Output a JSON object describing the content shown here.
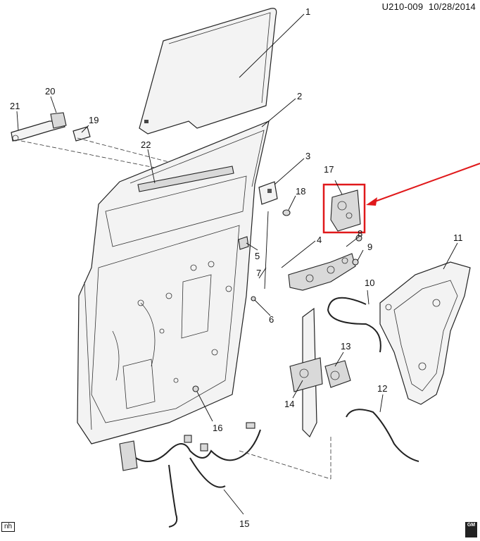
{
  "header": {
    "diagram_id": "U210-009",
    "date": "10/28/2014"
  },
  "callouts": [
    "1",
    "2",
    "3",
    "4",
    "5",
    "6",
    "7",
    "8",
    "9",
    "10",
    "11",
    "12",
    "13",
    "14",
    "15",
    "16",
    "17",
    "18",
    "19",
    "20",
    "21",
    "22"
  ],
  "footer": {
    "left_tag": "nh",
    "logo": "GM"
  },
  "colors": {
    "highlight": "#e0191b",
    "arrow": "#e0191b",
    "line": "#111111"
  }
}
